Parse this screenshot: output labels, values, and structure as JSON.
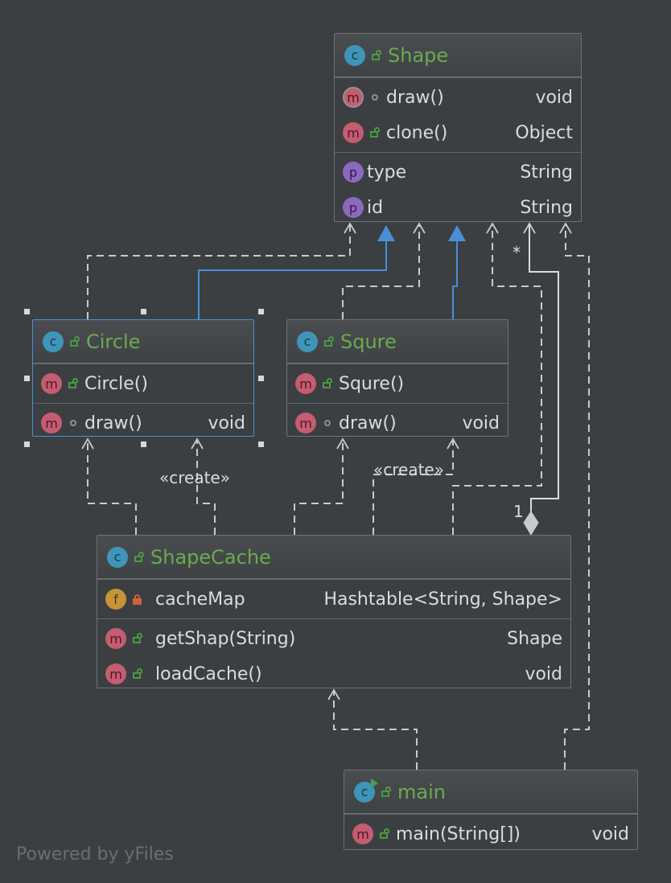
{
  "classes": {
    "shape": {
      "name": "Shape",
      "methods": [
        {
          "name": "draw()",
          "type": "void",
          "visibility": "package",
          "abstract": true
        },
        {
          "name": "clone()",
          "type": "Object",
          "visibility": "public"
        }
      ],
      "properties": [
        {
          "name": "type",
          "type": "String"
        },
        {
          "name": "id",
          "type": "String"
        }
      ]
    },
    "circle": {
      "name": "Circle",
      "methods": [
        {
          "name": "Circle()",
          "type": "",
          "visibility": "public"
        },
        {
          "name": "draw()",
          "type": "void",
          "visibility": "package"
        }
      ]
    },
    "squre": {
      "name": "Squre",
      "methods": [
        {
          "name": "Squre()",
          "type": "",
          "visibility": "public"
        },
        {
          "name": "draw()",
          "type": "void",
          "visibility": "package"
        }
      ]
    },
    "shapecache": {
      "name": "ShapeCache",
      "fields": [
        {
          "name": "cacheMap",
          "type": "Hashtable<String, Shape>",
          "visibility": "private"
        }
      ],
      "methods": [
        {
          "name": "getShap(String)",
          "type": "Shape",
          "visibility": "public"
        },
        {
          "name": "loadCache()",
          "type": "void",
          "visibility": "public"
        }
      ]
    },
    "main": {
      "name": "main",
      "methods": [
        {
          "name": "main(String[])",
          "type": "void",
          "visibility": "public"
        }
      ]
    }
  },
  "edge_labels": {
    "create_circle": "«create»",
    "create_squre": "«create»",
    "multiplicity_many": "*",
    "multiplicity_one": "1"
  },
  "badges": {
    "class": "c",
    "method": "m",
    "property": "p",
    "field": "f"
  },
  "colors": {
    "background": "#3b3f42",
    "class_name": "#6bab4d",
    "inheritance": "#4a8fd6",
    "dependency": "#c8cbce",
    "selection": "#4a8fd6"
  },
  "footer": "Powered by yFiles"
}
